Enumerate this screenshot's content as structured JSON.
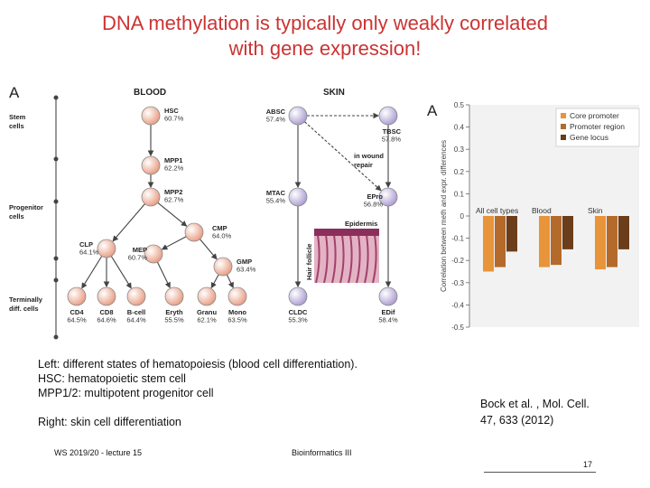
{
  "slide": {
    "title_line1": "DNA methylation is typically only weakly correlated",
    "title_line2": "with gene expression!",
    "caption": {
      "line1": "Left: different states of hematopoiesis (blood cell differentiation).",
      "line2": "HSC: hematopoietic stem cell",
      "line3": "MPP1/2: multipotent progenitor cell",
      "line4": "Right: skin cell differentiation"
    },
    "citation": {
      "line1": "Bock et al. , Mol. Cell.",
      "line2": "47, 633 (2012)"
    },
    "footer": {
      "left": "WS 2019/20 - lecture 15",
      "center": "Bioinformatics III",
      "page": "17"
    },
    "title_color": "#cc3333"
  },
  "lineage": {
    "panel_letter": "A",
    "blood_label": "BLOOD",
    "skin_label": "SKIN",
    "stages": [
      "Stem\ncells",
      "Progenitor\ncells",
      "Terminally\ndiff. cells"
    ],
    "blood_nodes": [
      {
        "id": "HSC",
        "value": "60.7%"
      },
      {
        "id": "MPP1",
        "value": "62.2%"
      },
      {
        "id": "MPP2",
        "value": "62.7%"
      },
      {
        "id": "CMP",
        "value": "64.0%"
      },
      {
        "id": "CLP",
        "value": "64.1%"
      },
      {
        "id": "MEP",
        "value": "60.7%"
      },
      {
        "id": "GMP",
        "value": "63.4%"
      },
      {
        "id": "CD4",
        "value": "64.5%"
      },
      {
        "id": "CD8",
        "value": "64.6%"
      },
      {
        "id": "B-cell",
        "value": "64.4%"
      },
      {
        "id": "Eryth",
        "value": "55.5%"
      },
      {
        "id": "Granu",
        "value": "62.1%"
      },
      {
        "id": "Mono",
        "value": "63.5%"
      }
    ],
    "skin_nodes": [
      {
        "id": "ABSC",
        "value": "57.4%"
      },
      {
        "id": "TBSC",
        "value": "57.8%"
      },
      {
        "id": "MTAC",
        "value": "55.4%"
      },
      {
        "id": "EPro",
        "value": "56.8%"
      },
      {
        "id": "CLDC",
        "value": "55.3%"
      },
      {
        "id": "EDif",
        "value": "58.4%"
      }
    ],
    "wound_label": "in wound\nrepair",
    "epidermis_label": "Epidermis",
    "hair_follicle_label": "Hair follicle",
    "blood_color": "#e89a80",
    "skin_color": "#a99ad0"
  },
  "chart_data": {
    "type": "bar",
    "panel_letter": "A",
    "ylabel": "Correlation between meth and expr. differences",
    "ylim": [
      -0.5,
      0.5
    ],
    "yticks": [
      0.5,
      0.4,
      0.3,
      0.2,
      0.1,
      0,
      -0.1,
      -0.2,
      -0.3,
      -0.4,
      -0.5
    ],
    "categories": [
      "All cell types",
      "Blood",
      "Skin"
    ],
    "series": [
      {
        "name": "Core promoter",
        "color": "#e8943a",
        "values": [
          -0.25,
          -0.23,
          -0.24
        ]
      },
      {
        "name": "Promoter region",
        "color": "#b46a2a",
        "values": [
          -0.23,
          -0.22,
          -0.23
        ]
      },
      {
        "name": "Gene locus",
        "color": "#6b3d1a",
        "values": [
          -0.16,
          -0.15,
          -0.15
        ]
      }
    ],
    "legend_position": "top-right"
  }
}
